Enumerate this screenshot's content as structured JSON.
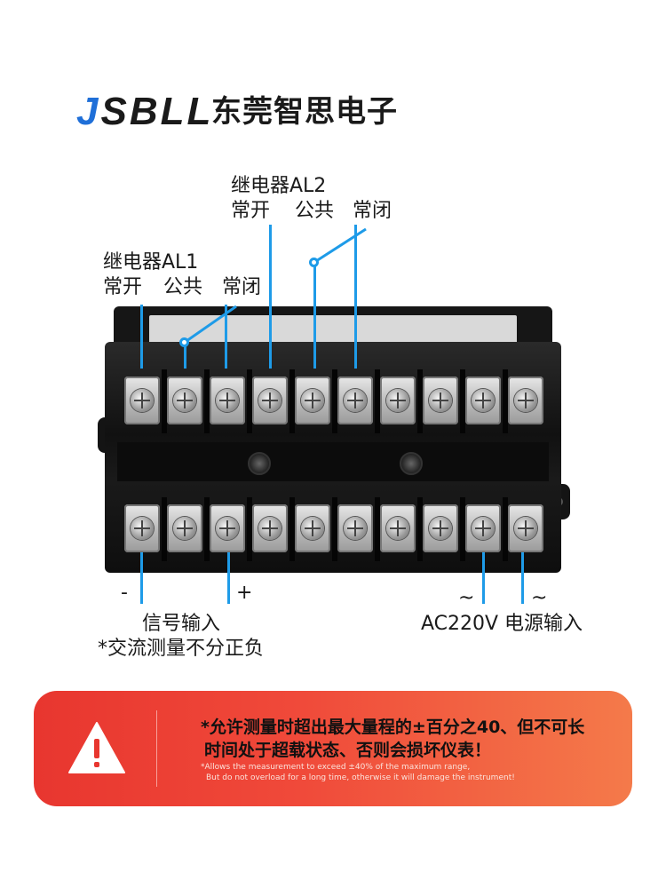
{
  "header": {
    "brand": "JSBLL",
    "brand_first": "J",
    "brand_rest": "SBLL",
    "company": "东莞智思电子"
  },
  "callouts": {
    "al2_title": "继电器AL2",
    "al2_no": "常开",
    "al2_com": "公共",
    "al2_nc": "常闭",
    "al1_title": "继电器AL1",
    "al1_no": "常开",
    "al1_com": "公共",
    "al1_nc": "常闭",
    "minus": "-",
    "plus": "+",
    "tilde_left": "~",
    "tilde_right": "~",
    "signal_input": "信号输入",
    "ac_note": "*交流测量不分正负",
    "power_input": "AC220V 电源输入"
  },
  "warning": {
    "icon": "warning-triangle-icon",
    "line1": "*允许测量时超出最大量程的±百分之40、但不可长",
    "line2": "时间处于超载状态、否则会损坏仪表！",
    "en_line1": "*Allows the measurement to exceed ±40% of the maximum range,",
    "en_line2": "But do not overload for a long time, otherwise it will damage the instrument!"
  },
  "colors": {
    "accent_blue": "#1e9be8",
    "logo_blue": "#1f6fd8",
    "banner_red": "#e8362f",
    "banner_orange": "#f47a4a"
  }
}
